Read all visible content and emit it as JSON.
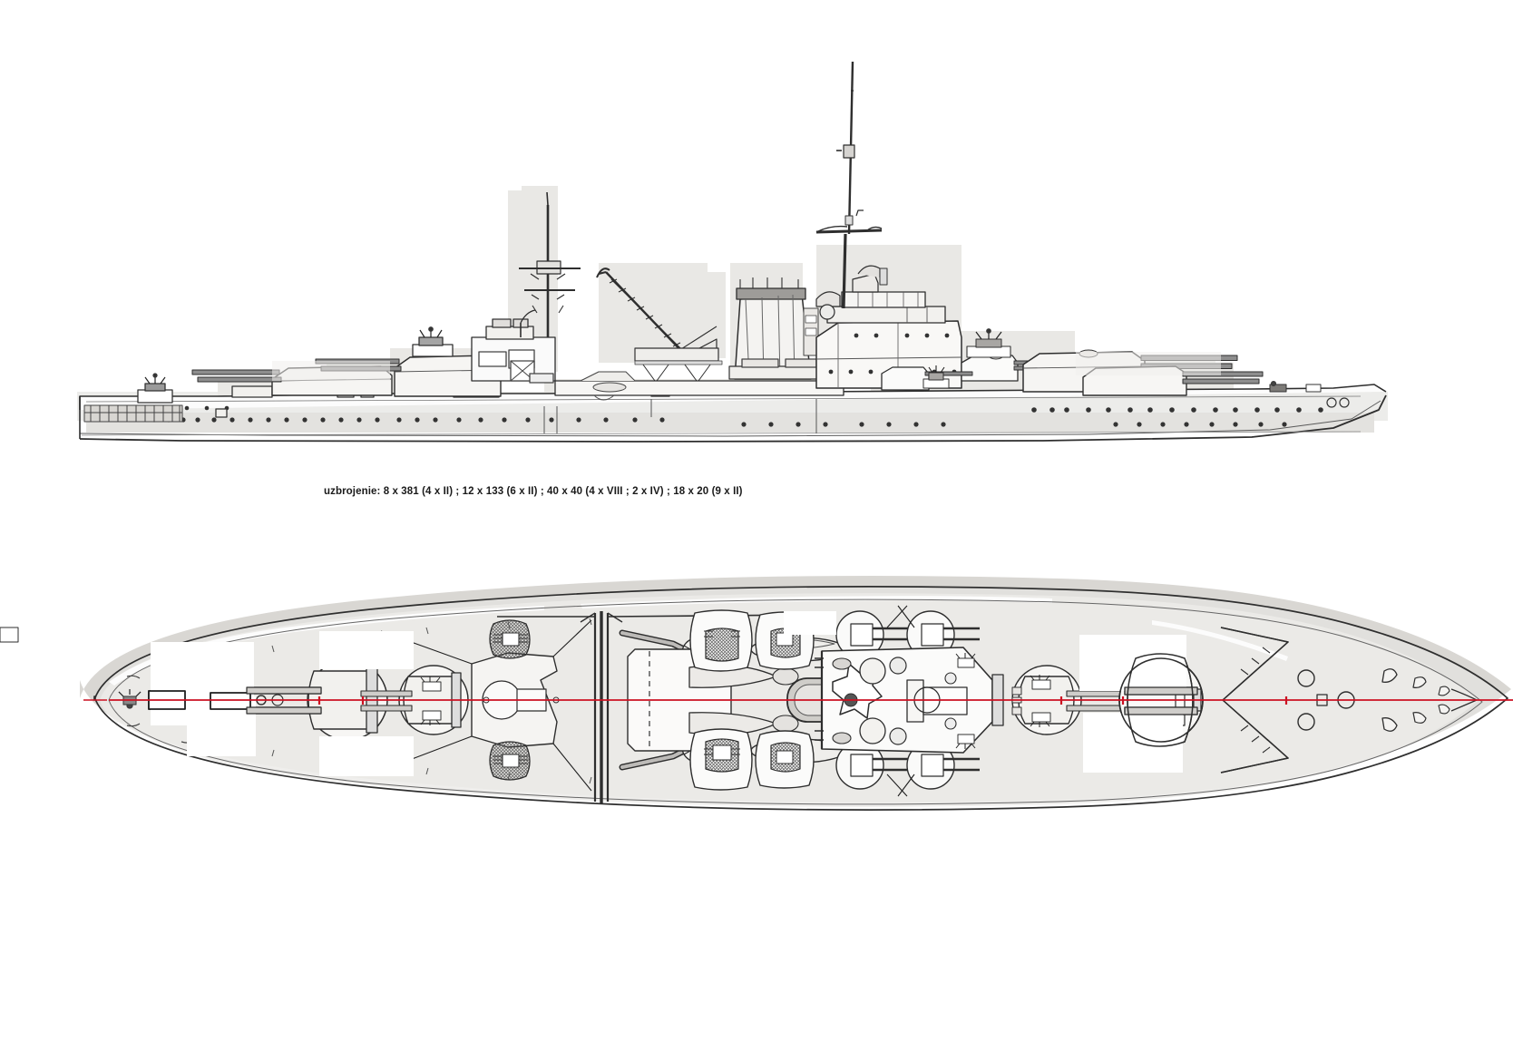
{
  "sheet": {
    "title": "Battleship technical drawing — side profile and plan view",
    "background_color": "#ffffff"
  },
  "caption": {
    "text": "uzbrojenie: 8 x 381 (4 x II) ; 12 x 133 (6 x II) ; 40 x 40 (4 x VIII ; 2 x IV) ; 18 x 20 (9 x II)",
    "label": "uzbrojenie:",
    "armament": [
      "8 x 381 (4 x II)",
      "12 x 133 (6 x II)",
      "40 x 40 (4 x VIII ; 2 x IV)",
      "18 x 20 (9 x II)"
    ]
  },
  "colors": {
    "line": "#3a3a3a",
    "line_dark": "#222222",
    "shade_light": "#ebeae7",
    "shade_mid": "#d9d7d3",
    "shade_deck": "#e4e2de",
    "centerline_red": "#cc1122",
    "hull_fill": "#fdfdfd",
    "text": "#1a1a1a"
  },
  "views": {
    "profile": {
      "name": "side-elevation",
      "orientation": "bow to the right",
      "features": [
        "stern quarterdeck with open railing",
        "aft 381 mm twin turret (Y)",
        "after superheavy turret (X) superfiring",
        "after mast with yardarms and radar antenna",
        "aircraft crane",
        "single funnel",
        "bridge tower with director tops",
        "foremast with pole antenna",
        "forward 381 mm twin turrets (A and B)",
        "secondary 133 mm twin mounts",
        "40 mm pom-pom octuple mounts",
        "flared clipper bow"
      ]
    },
    "plan": {
      "name": "deck-plan",
      "orientation": "bow to the right",
      "features": [
        "stern deck with catapult rails",
        "Y turret barbette with twin 381 mm barrels",
        "X turret barbette superfiring",
        "aircraft handling area with twin hangars",
        "funnel uptake opening",
        "boat stowage ovals",
        "bridge block and conning tower",
        "secondary 133 mm twin mounts port and starboard",
        "40 mm pom-pom mounts",
        "B turret barbette",
        "A turret barbette",
        "breakwater chevron",
        "anchor hawse and capstans forward",
        "red longitudinal centreline reference"
      ]
    }
  }
}
